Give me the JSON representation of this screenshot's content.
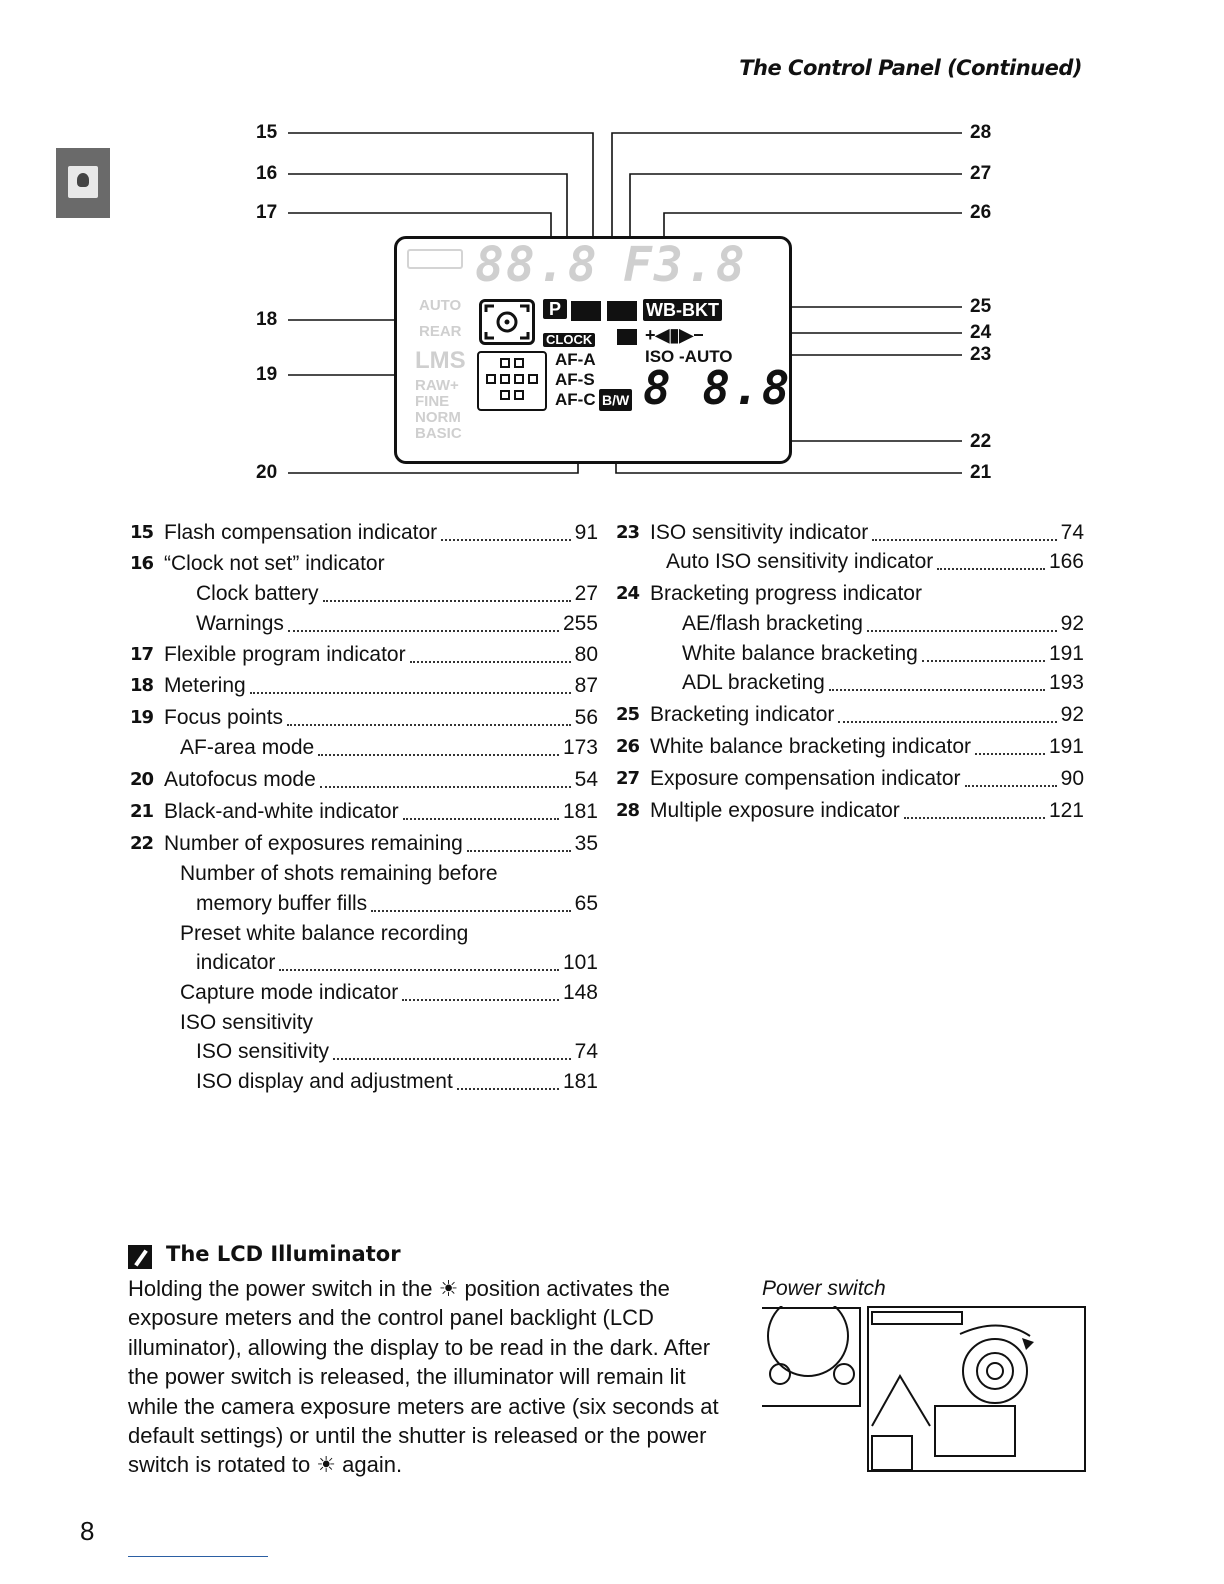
{
  "header": {
    "title": "The Control Panel (Continued)"
  },
  "side_tab": {
    "icon": "camera-section-icon"
  },
  "figure": {
    "callouts_left": [
      "15",
      "16",
      "17",
      "18",
      "19",
      "20"
    ],
    "callouts_right": [
      "28",
      "27",
      "26",
      "25",
      "24",
      "23",
      "22",
      "21"
    ],
    "lcd": {
      "ghost_top_digits": "88.8",
      "ghost_f": "F3.8",
      "auto": "AUTO",
      "rear": "REAR",
      "lms": "LMS",
      "raw": "RAW+",
      "fine": "FINE",
      "norm": "NORM",
      "basic": "BASIC",
      "p_star": "P",
      "clock": "CLOCK",
      "wb_bkt": "WB-BKT",
      "bracket_prog": "+◀▮▶−",
      "af_a": "AF-A",
      "af_s": "AF-S",
      "af_c": "AF-C",
      "iso_auto": "ISO -AUTO",
      "bw": "B/W",
      "digits": "8 8.8"
    }
  },
  "index_left": [
    {
      "num": "15",
      "label": "Flash compensation indicator",
      "page": "91"
    },
    {
      "num": "16",
      "label": "“Clock not set” indicator",
      "page": ""
    },
    {
      "num": "",
      "label": "Clock battery",
      "page": "27",
      "indent": 2
    },
    {
      "num": "",
      "label": "Warnings",
      "page": "255",
      "indent": 2
    },
    {
      "num": "17",
      "label": "Flexible program indicator",
      "page": "80"
    },
    {
      "num": "18",
      "label": "Metering",
      "page": "87"
    },
    {
      "num": "19",
      "label": "Focus points",
      "page": "56"
    },
    {
      "num": "",
      "label": "AF-area mode",
      "page": "173",
      "indent": 1
    },
    {
      "num": "20",
      "label": "Autofocus mode",
      "page": "54"
    },
    {
      "num": "21",
      "label": "Black-and-white indicator",
      "page": "181"
    },
    {
      "num": "22",
      "label": "Number of exposures remaining",
      "page": "35"
    },
    {
      "num": "",
      "label": "Number of shots remaining before",
      "page": "",
      "indent": 1
    },
    {
      "num": "",
      "label": "memory buffer fills",
      "page": "65",
      "indent": 2
    },
    {
      "num": "",
      "label": "Preset white balance recording",
      "page": "",
      "indent": 1
    },
    {
      "num": "",
      "label": "indicator",
      "page": "101",
      "indent": 2
    },
    {
      "num": "",
      "label": "Capture mode indicator",
      "page": "148",
      "indent": 1
    },
    {
      "num": "",
      "label": "ISO sensitivity",
      "page": "",
      "indent": 1
    },
    {
      "num": "",
      "label": "ISO sensitivity",
      "page": "74",
      "indent": 2
    },
    {
      "num": "",
      "label": "ISO display and adjustment",
      "page": "181",
      "indent": 2
    }
  ],
  "index_right": [
    {
      "num": "23",
      "label": "ISO sensitivity indicator",
      "page": "74"
    },
    {
      "num": "",
      "label": "Auto ISO sensitivity indicator",
      "page": "166",
      "indent": 1
    },
    {
      "num": "24",
      "label": "Bracketing progress indicator",
      "page": ""
    },
    {
      "num": "",
      "label": "AE/flash bracketing",
      "page": "92",
      "indent": 2
    },
    {
      "num": "",
      "label": "White balance bracketing",
      "page": "191",
      "indent": 2
    },
    {
      "num": "",
      "label": "ADL bracketing",
      "page": "193",
      "indent": 2
    },
    {
      "num": "25",
      "label": "Bracketing indicator",
      "page": "92"
    },
    {
      "num": "26",
      "label": "White balance bracketing indicator",
      "page": "191"
    },
    {
      "num": "27",
      "label": "Exposure compensation indicator",
      "page": "90"
    },
    {
      "num": "28",
      "label": "Multiple exposure indicator",
      "page": "121"
    }
  ],
  "note": {
    "title": "The LCD Illuminator",
    "body": "Holding the power switch in the ☀ position activates the exposure meters and the control panel backlight (LCD illuminator), allowing the display to be read in the dark. After the power switch is released, the illuminator will remain lit while the camera exposure meters are active (six seconds at default settings) or until the shutter is released or the power switch is rotated to ☀ again.",
    "caption": "Power switch"
  },
  "page_number": "8"
}
